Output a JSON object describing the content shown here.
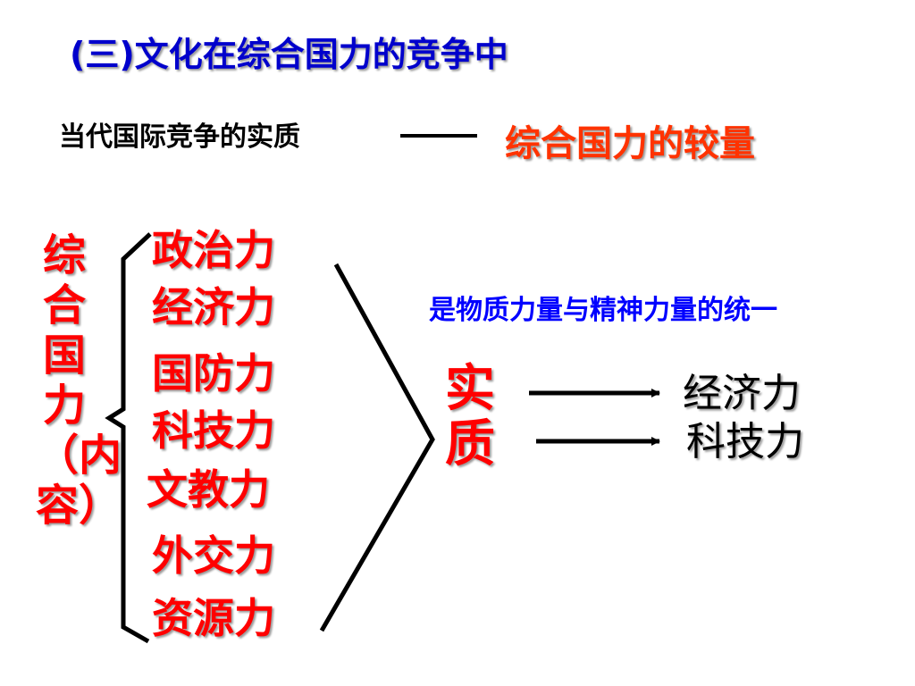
{
  "title": "(三)文化在综合国力的竞争中",
  "essence": {
    "label": "当代国际竞争的实质",
    "value": "综合国力的较量"
  },
  "national_power": {
    "vertical_label": "综合国力（内容）",
    "components": [
      "政治力",
      "经济力",
      "国防力",
      "科技力",
      "文教力",
      "外交力",
      "资源力"
    ]
  },
  "unity_statement": "是物质力量与精神力量的统一",
  "substance": {
    "label": "实质",
    "results": [
      "经济力",
      "科技力"
    ]
  }
}
